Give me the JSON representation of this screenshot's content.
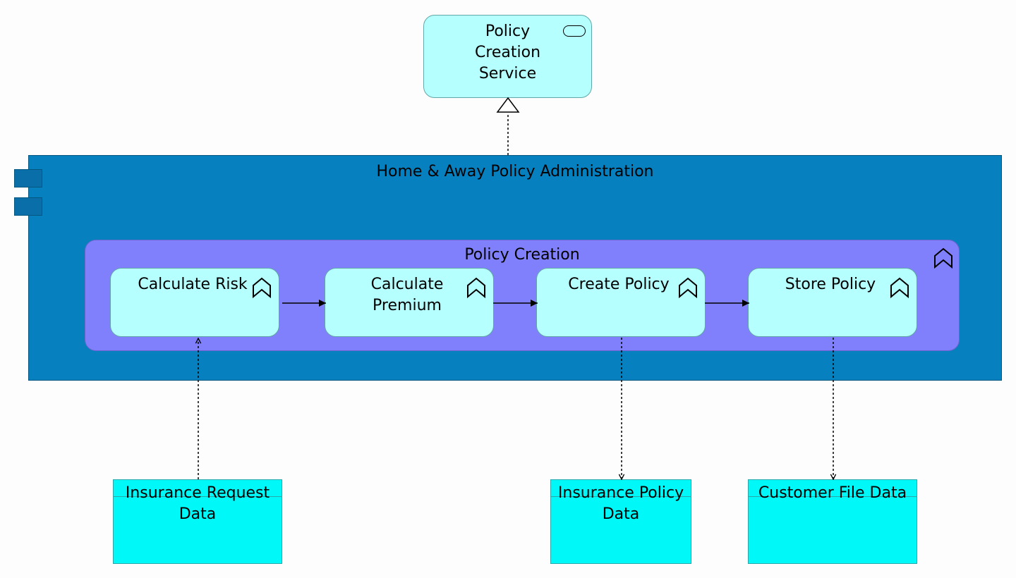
{
  "service": {
    "label": "Policy Creation Service",
    "icon": "service-icon"
  },
  "component": {
    "label": "Home & Away Policy Administration",
    "icon": "component-icon"
  },
  "process": {
    "label": "Policy Creation",
    "icon": "process-chevron-icon",
    "steps": [
      {
        "label": "Calculate Risk"
      },
      {
        "label": "Calculate Premium"
      },
      {
        "label": "Create Policy"
      },
      {
        "label": "Store Policy"
      }
    ]
  },
  "data_objects": [
    {
      "label": "Insurance Request Data"
    },
    {
      "label": "Insurance Policy Data"
    },
    {
      "label": "Customer File Data"
    }
  ],
  "colors": {
    "service_fill": "#b5ffff",
    "component_fill": "#0780c0",
    "process_fill": "#8080fc",
    "data_fill": "#00f8f8"
  }
}
